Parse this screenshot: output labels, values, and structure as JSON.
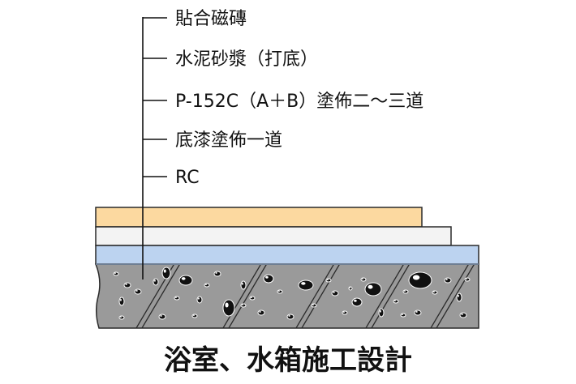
{
  "layers": {
    "tile": {
      "label": "貼合磁磚",
      "color": "#fcd9a0"
    },
    "mortar": {
      "label": "水泥砂漿（打底）",
      "color": "#f3f3f3"
    },
    "membrane": {
      "label": "P-152C（A＋B）塗佈二～三道",
      "color": "#bcd3f0"
    },
    "primer": {
      "label": "底漆塗佈一道",
      "color": "#6f7f93"
    },
    "rc": {
      "label": "RC",
      "color": "#9a9a9a"
    }
  },
  "title": "浴室、水箱施工設計"
}
